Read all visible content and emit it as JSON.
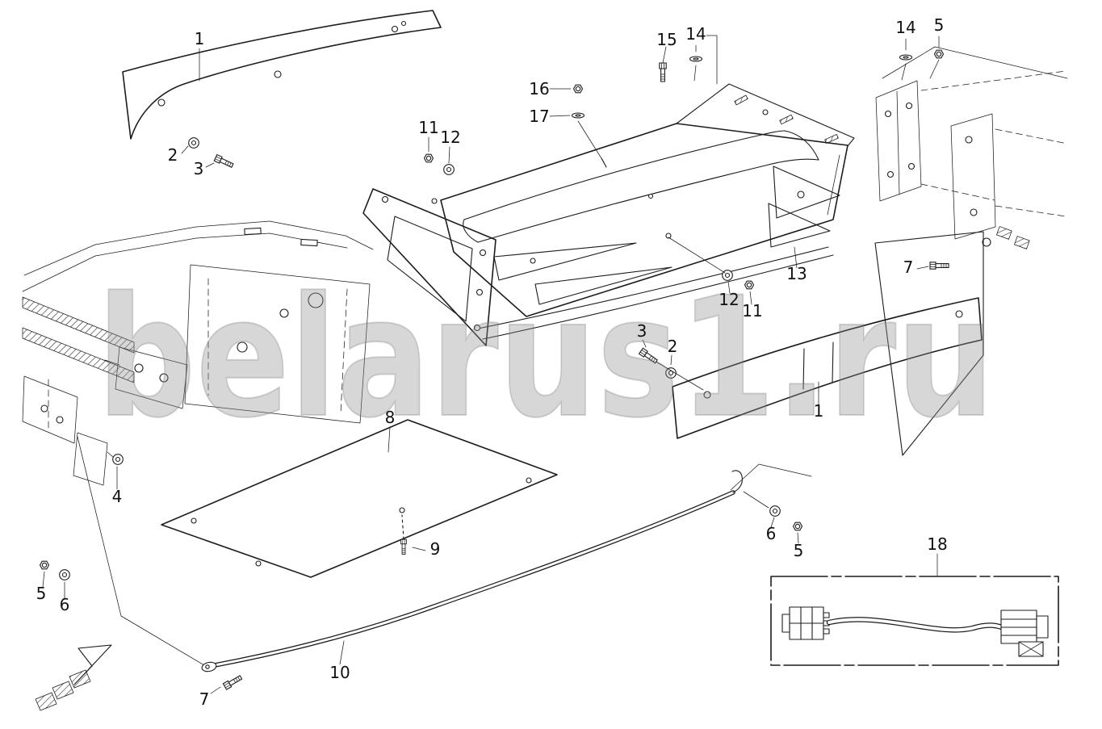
{
  "page": {
    "background": "#ffffff",
    "line_color": "#1c1c1c"
  },
  "watermark": {
    "text": "belarus1.ru"
  },
  "callouts": [
    {
      "ref": "1"
    },
    {
      "ref": "2"
    },
    {
      "ref": "3"
    },
    {
      "ref": "11"
    },
    {
      "ref": "12"
    },
    {
      "ref": "16"
    },
    {
      "ref": "17"
    },
    {
      "ref": "15"
    },
    {
      "ref": "14"
    },
    {
      "ref": "14"
    },
    {
      "ref": "5"
    },
    {
      "ref": "13"
    },
    {
      "ref": "7"
    },
    {
      "ref": "12"
    },
    {
      "ref": "11"
    },
    {
      "ref": "3"
    },
    {
      "ref": "2"
    },
    {
      "ref": "1"
    },
    {
      "ref": "8"
    },
    {
      "ref": "4"
    },
    {
      "ref": "9"
    },
    {
      "ref": "6"
    },
    {
      "ref": "5"
    },
    {
      "ref": "5"
    },
    {
      "ref": "6"
    },
    {
      "ref": "10"
    },
    {
      "ref": "7"
    },
    {
      "ref": "18"
    }
  ]
}
